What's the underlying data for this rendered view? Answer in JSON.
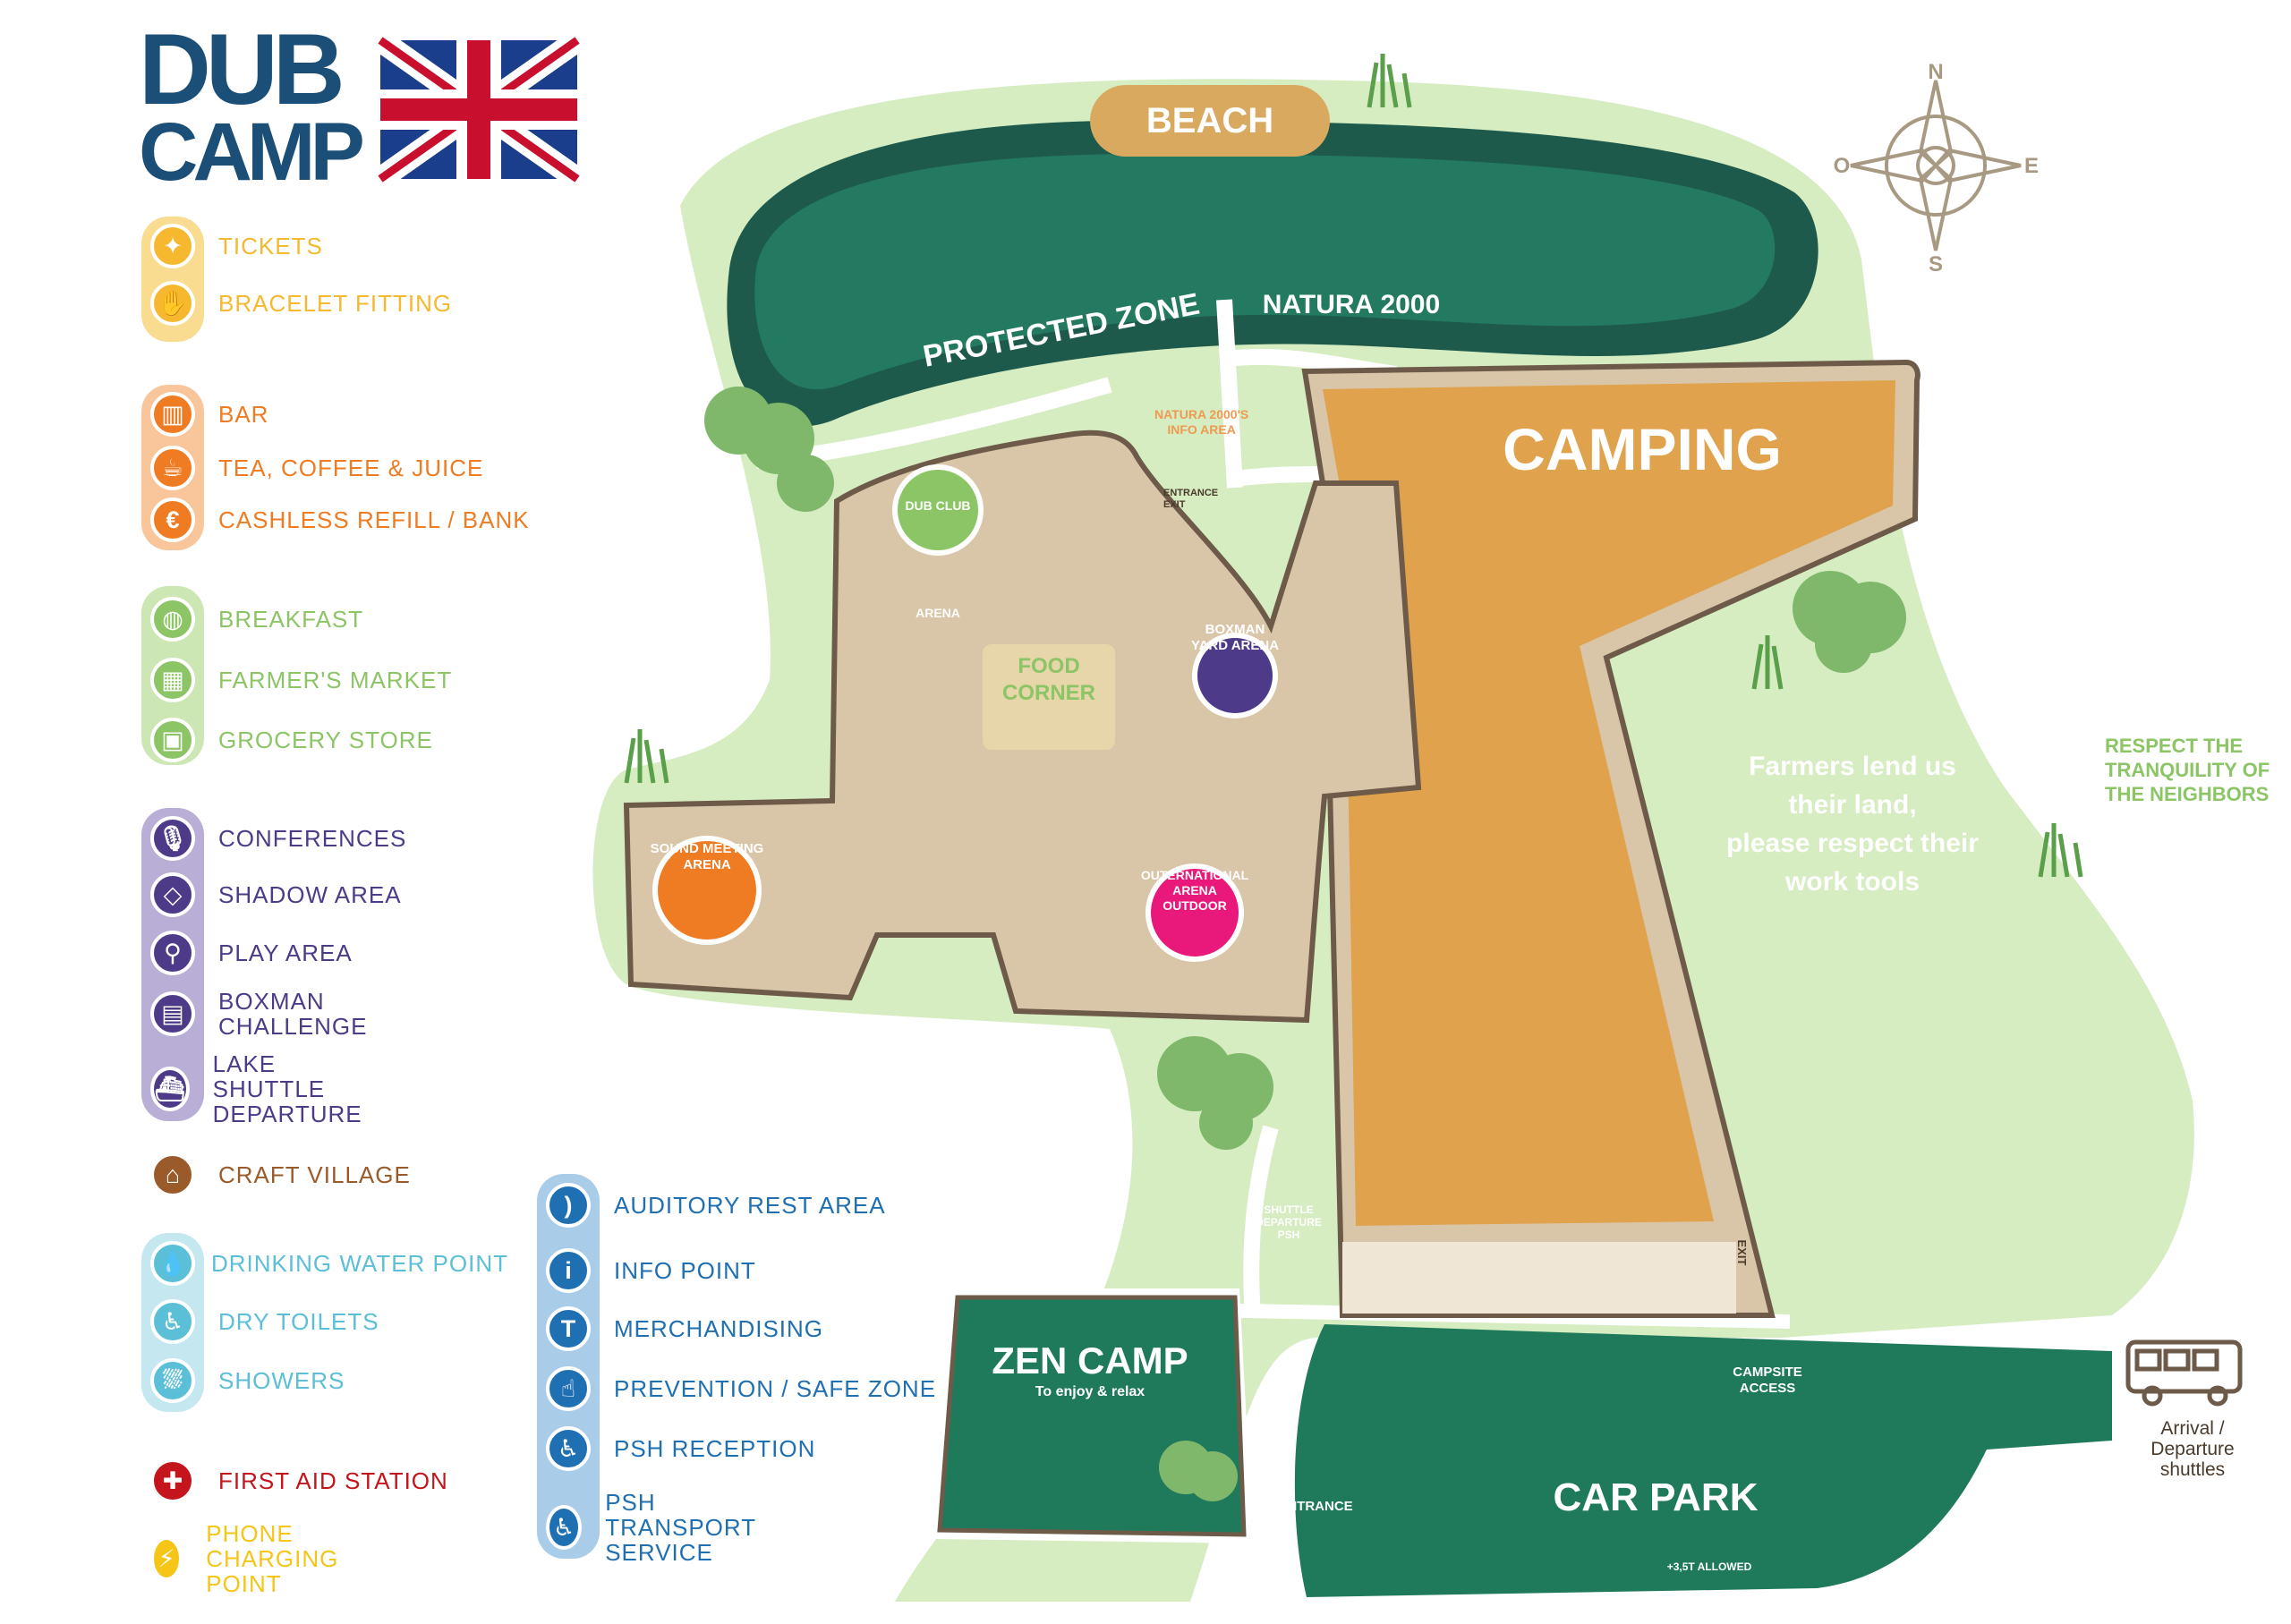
{
  "logo": {
    "line1": "DUB",
    "line2": "CAMP"
  },
  "colors": {
    "lake": "#1e5a4c",
    "lake_inner": "#237a61",
    "grass": "#d6ecc1",
    "sand": "#d9c6a8",
    "camping": "#e0a24c",
    "carpark": "#1f7a5c",
    "tickets": "#f5b82e",
    "food": "#ef7b22",
    "market": "#8cc566",
    "culture": "#4d3b8a",
    "craft": "#9a5a2a",
    "water": "#5bbfd8",
    "service": "#1f6fb3",
    "firstaid": "#c4141c",
    "phone": "#f5c518"
  },
  "legend": {
    "tickets": [
      {
        "icon": "ticket-icon",
        "label": "TICKETS"
      },
      {
        "icon": "bracelet-icon",
        "label": "BRACELET FITTING"
      }
    ],
    "food": [
      {
        "icon": "beer-icon",
        "label": "BAR"
      },
      {
        "icon": "cup-icon",
        "label": "TEA, COFFEE & JUICE"
      },
      {
        "icon": "euro-icon",
        "label": "CASHLESS REFILL / BANK"
      }
    ],
    "market": [
      {
        "icon": "breakfast-icon",
        "label": "BREAKFAST"
      },
      {
        "icon": "basket-icon",
        "label": "FARMER'S MARKET"
      },
      {
        "icon": "grocery-icon",
        "label": "GROCERY STORE"
      }
    ],
    "culture": [
      {
        "icon": "microphone-icon",
        "label": "CONFERENCES"
      },
      {
        "icon": "shadow-icon",
        "label": "SHADOW AREA"
      },
      {
        "icon": "play-icon",
        "label": "PLAY AREA"
      },
      {
        "icon": "boxman-icon",
        "label": "BOXMAN\nCHALLENGE"
      },
      {
        "icon": "boat-icon",
        "label": "LAKE SHUTTLE\nDEPARTURE"
      }
    ],
    "craft": {
      "icon": "house-icon",
      "label": "CRAFT VILLAGE"
    },
    "water": [
      {
        "icon": "drop-icon",
        "label": "DRINKING WATER POINT"
      },
      {
        "icon": "toilet-icon",
        "label": "DRY TOILETS"
      },
      {
        "icon": "shower-icon",
        "label": "SHOWERS"
      }
    ],
    "firstaid": {
      "icon": "cross-icon",
      "label": "FIRST AID STATION"
    },
    "phone": {
      "icon": "bolt-icon",
      "label": "PHONE\nCHARGING POINT"
    },
    "services": [
      {
        "icon": "ear-icon",
        "label": "AUDITORY REST AREA"
      },
      {
        "icon": "info-icon",
        "label": "INFO POINT"
      },
      {
        "icon": "tshirt-icon",
        "label": "MERCHANDISING"
      },
      {
        "icon": "hand-icon",
        "label": "PREVENTION / SAFE ZONE"
      },
      {
        "icon": "wheelchair-icon",
        "label": "PSH RECEPTION"
      },
      {
        "icon": "wheelchair-icon",
        "label": "PSH TRANSPORT\nSERVICE"
      }
    ]
  },
  "map": {
    "beach": "BEACH",
    "protected_zone": "PROTECTED ZONE",
    "natura": "NATURA 2000",
    "natura_info": "NATURA 2000'S\nINFO AREA",
    "camping": "CAMPING",
    "entrance_exit": "ENTRANCE\nEXIT",
    "dub_club": "DUB CLUB\nARENA",
    "food_corner": "FOOD\nCORNER",
    "boxman_yard": "BOXMAN\nYARD ARENA",
    "sound_meeting": "SOUND MEETING\nARENA",
    "outernational": "OUTERNATIONAL\nARENA\nOUTDOOR",
    "farmers_note": "Farmers lend us\ntheir land,\nplease respect their\nwork tools",
    "respect_note": "RESPECT THE\nTRANQUILITY OF\nTHE NEIGHBORS",
    "zen_camp": "ZEN CAMP",
    "zen_sub": "To enjoy & relax",
    "car_park": "CAR PARK",
    "campsite_access": "CAMPSITE\nACCESS",
    "shuttle_departure": "SHUTTLE\nDEPARTURE\nPSH",
    "entrance": "ENTRANCE",
    "exit": "EXIT",
    "arrival": "Arrival /\nDeparture\nshuttles",
    "weight_note": "+3,5T ALLOWED",
    "compass": {
      "n": "N",
      "s": "S",
      "e": "E",
      "o": "O"
    }
  }
}
